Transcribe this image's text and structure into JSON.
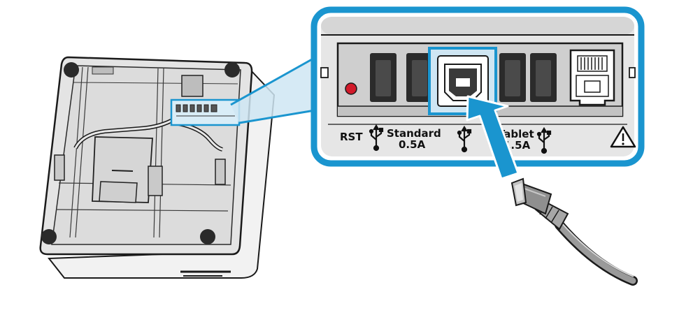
{
  "colors": {
    "accent": "#1a95cf",
    "accent_dark": "#0f7cb4",
    "accent_light": "#cfe6f3",
    "reset_dot": "#d21a2a",
    "panel_gray": "#d2d2d2",
    "outline": "#1a1a1a"
  },
  "labels": {
    "rst": "RST",
    "standard_line1": "Standard",
    "standard_line2": "0.5A",
    "tablet_line1": "Tablet",
    "tablet_line2": "1.5A"
  },
  "icons": [
    "usb-icon-standard",
    "usb-icon-middle",
    "usb-icon-tablet",
    "warning-icon",
    "reset-button-dot",
    "usb-b-cable",
    "insert-arrow"
  ]
}
